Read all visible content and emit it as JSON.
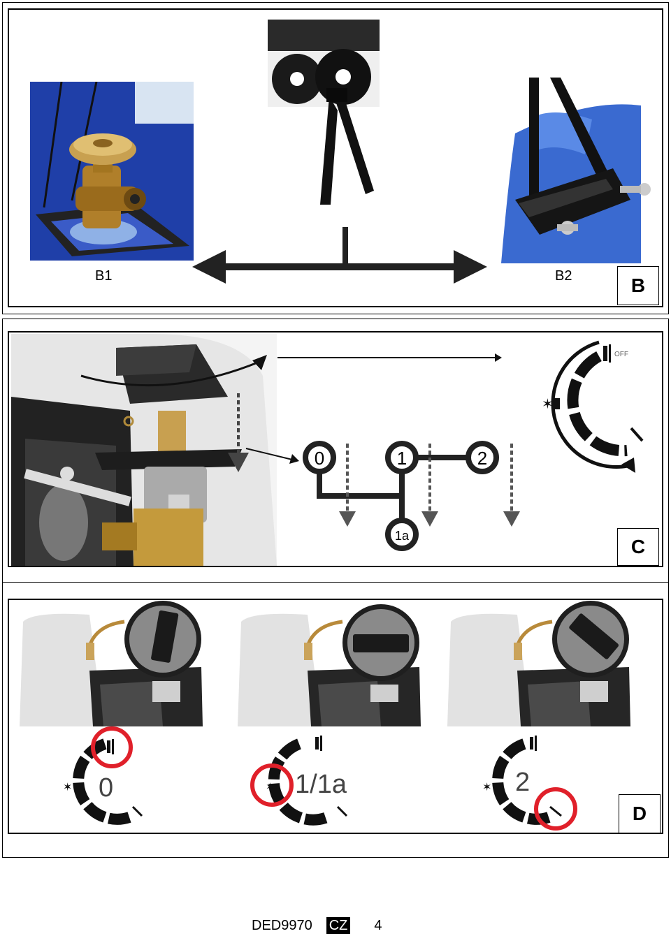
{
  "panels": {
    "b": {
      "tag": "B",
      "left_label": "B1",
      "right_label": "B2"
    },
    "c": {
      "tag": "C",
      "positions": [
        "0",
        "1",
        "2",
        "1a"
      ]
    },
    "d": {
      "tag": "D",
      "states": [
        "0",
        "1/1a",
        "2"
      ]
    }
  },
  "footer": {
    "model": "DED9970",
    "language": "CZ",
    "page": "4"
  }
}
